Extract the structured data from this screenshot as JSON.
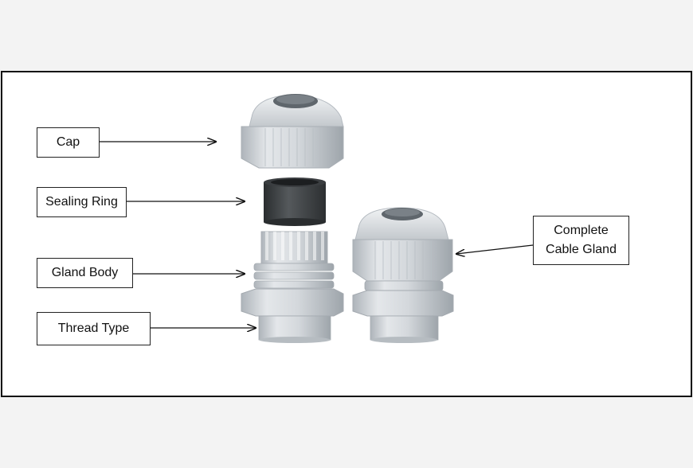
{
  "labels": {
    "cap": "Cap",
    "sealing_ring": "Sealing Ring",
    "gland_body": "Gland Body",
    "thread_type": "Thread Type",
    "complete_line1": "Complete",
    "complete_line2": "Cable Gland"
  },
  "colors": {
    "plastic_light": "#e6e9ec",
    "plastic_mid": "#c9ced3",
    "plastic_dark": "#9aa1a8",
    "seal_dark": "#2f3234",
    "seal_mid": "#4e5255",
    "frame_border": "#111111",
    "page_bg": "#f3f3f3"
  }
}
